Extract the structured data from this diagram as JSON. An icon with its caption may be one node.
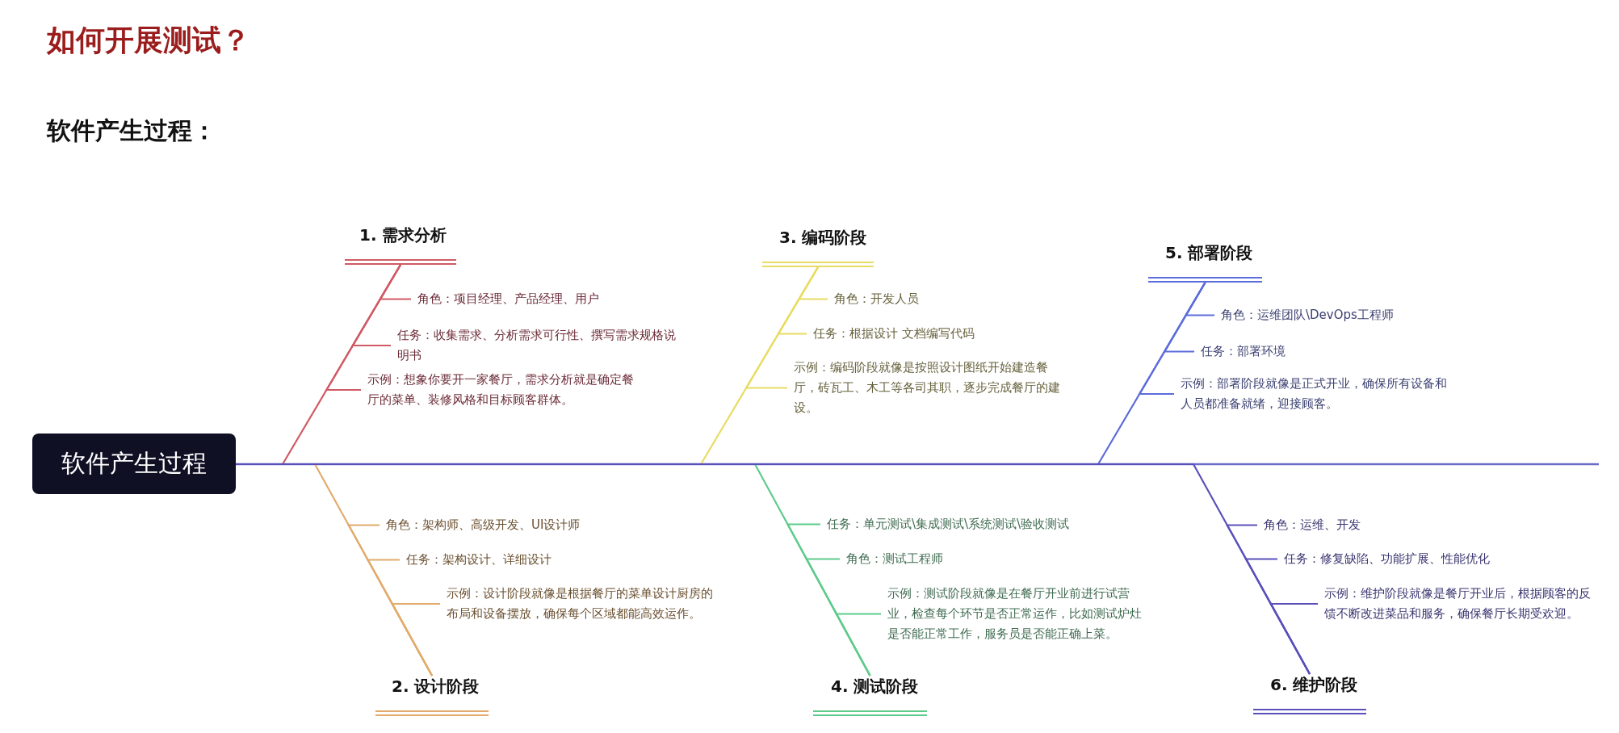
{
  "diagram": {
    "title": "如何开展测试？",
    "nodes": [
      {
        "text": [
          "软件产生过程"
        ]
      },
      {
        "text": [
          "1. 需求分析"
        ]
      },
      {
        "text": [
          "角色：项目经理、产品经理、用户"
        ]
      },
      {
        "text": [
          "任务：收集需求、分析需求可行性、撰写需求规格说明书"
        ]
      },
      {
        "text": [
          "示例：想象你要开一家餐厅，需求分析就是确定餐厅的菜单、装修风格和目标顾客群体。"
        ]
      },
      {
        "text": [
          "2. 设计阶段"
        ]
      },
      {
        "text": [
          "角色：架构师、高级开发、UI设计师"
        ]
      },
      {
        "text": [
          "任务：架构设计、详细设计"
        ]
      },
      {
        "text": [
          "示例：设计阶段就像是根据餐厅的菜单设计厨房的布局和设备摆放，确保每个区域都能高效运作。"
        ]
      },
      {
        "text": [
          "3. 编码阶段"
        ]
      },
      {
        "text": [
          "角色：开发人员"
        ]
      },
      {
        "text": [
          "任务：根据设计 文档编写代码"
        ]
      },
      {
        "text": [
          "示例：编码阶段就像是按照设计图纸开始建造餐厅，砖瓦工、木工等各司其职，逐步完成餐厅的建设。"
        ]
      },
      {
        "text": [
          "4. 测试阶段"
        ]
      },
      {
        "text": [
          "任务：单元测试\\集成测试\\系统测试\\验收测试"
        ]
      },
      {
        "text": [
          "角色：测试工程师"
        ]
      },
      {
        "text": [
          "示例：测试阶段就像是在餐厅开业前进行试营业，检查每个环节是否正常运作，比如测试炉灶是否能正常工作，服务员是否能正确上菜。"
        ]
      },
      {
        "text": [
          "5. 部署阶段"
        ]
      },
      {
        "text": [
          "角色：运维团队\\DevOps工程师"
        ]
      },
      {
        "text": [
          "任务：部署环境"
        ]
      },
      {
        "text": [
          "示例：部署阶段就像是正式开业，确保所有设备和人员都准备就绪，迎接顾客。"
        ]
      },
      {
        "text": [
          "6. 维护阶段"
        ]
      },
      {
        "text": [
          "角色：运维、开发"
        ]
      },
      {
        "text": [
          "任务：修复缺陷、功能扩展、性能优化"
        ]
      },
      {
        "text": [
          "示例：维护阶段就像是餐厅开业后，根据顾客的反馈不断改进菜品和服务，确保餐厅长期受欢迎。"
        ]
      }
    ],
    "edges": [
      {
        "from": 0,
        "to": 1,
        "arrow": "none",
        "color": "#d05a64"
      },
      {
        "from": 1,
        "to": 2,
        "arrow": "none",
        "color": "#d05a64"
      },
      {
        "from": 1,
        "to": 3,
        "arrow": "none",
        "color": "#d05a64"
      },
      {
        "from": 1,
        "to": 4,
        "arrow": "none",
        "color": "#d05a64"
      },
      {
        "from": 0,
        "to": 5,
        "arrow": "none",
        "color": "#e2ab6c"
      },
      {
        "from": 5,
        "to": 6,
        "arrow": "none",
        "color": "#e2ab6c"
      },
      {
        "from": 5,
        "to": 7,
        "arrow": "none",
        "color": "#e2ab6c"
      },
      {
        "from": 5,
        "to": 8,
        "arrow": "none",
        "color": "#e2ab6c"
      },
      {
        "from": 0,
        "to": 9,
        "arrow": "none",
        "color": "#e8dc62"
      },
      {
        "from": 9,
        "to": 10,
        "arrow": "none",
        "color": "#e8dc62"
      },
      {
        "from": 9,
        "to": 11,
        "arrow": "none",
        "color": "#e8dc62"
      },
      {
        "from": 9,
        "to": 12,
        "arrow": "none",
        "color": "#e8dc62"
      },
      {
        "from": 0,
        "to": 13,
        "arrow": "none",
        "color": "#5ecb8c"
      },
      {
        "from": 13,
        "to": 14,
        "arrow": "none",
        "color": "#5ecb8c"
      },
      {
        "from": 13,
        "to": 15,
        "arrow": "none",
        "color": "#5ecb8c"
      },
      {
        "from": 13,
        "to": 16,
        "arrow": "none",
        "color": "#5ecb8c"
      },
      {
        "from": 0,
        "to": 17,
        "arrow": "none",
        "color": "#5c6cdc"
      },
      {
        "from": 17,
        "to": 18,
        "arrow": "none",
        "color": "#5c6cdc"
      },
      {
        "from": 17,
        "to": 19,
        "arrow": "none",
        "color": "#5c6cdc"
      },
      {
        "from": 17,
        "to": 20,
        "arrow": "none",
        "color": "#5c6cdc"
      },
      {
        "from": 0,
        "to": 21,
        "arrow": "none",
        "color": "#5a50ba"
      },
      {
        "from": 21,
        "to": 22,
        "arrow": "none",
        "color": "#5a50ba"
      },
      {
        "from": 21,
        "to": 23,
        "arrow": "none",
        "color": "#5a50ba"
      },
      {
        "from": 21,
        "to": 24,
        "arrow": "none",
        "color": "#5a50ba"
      }
    ],
    "labels": [
      "软件产生过程："
    ]
  }
}
